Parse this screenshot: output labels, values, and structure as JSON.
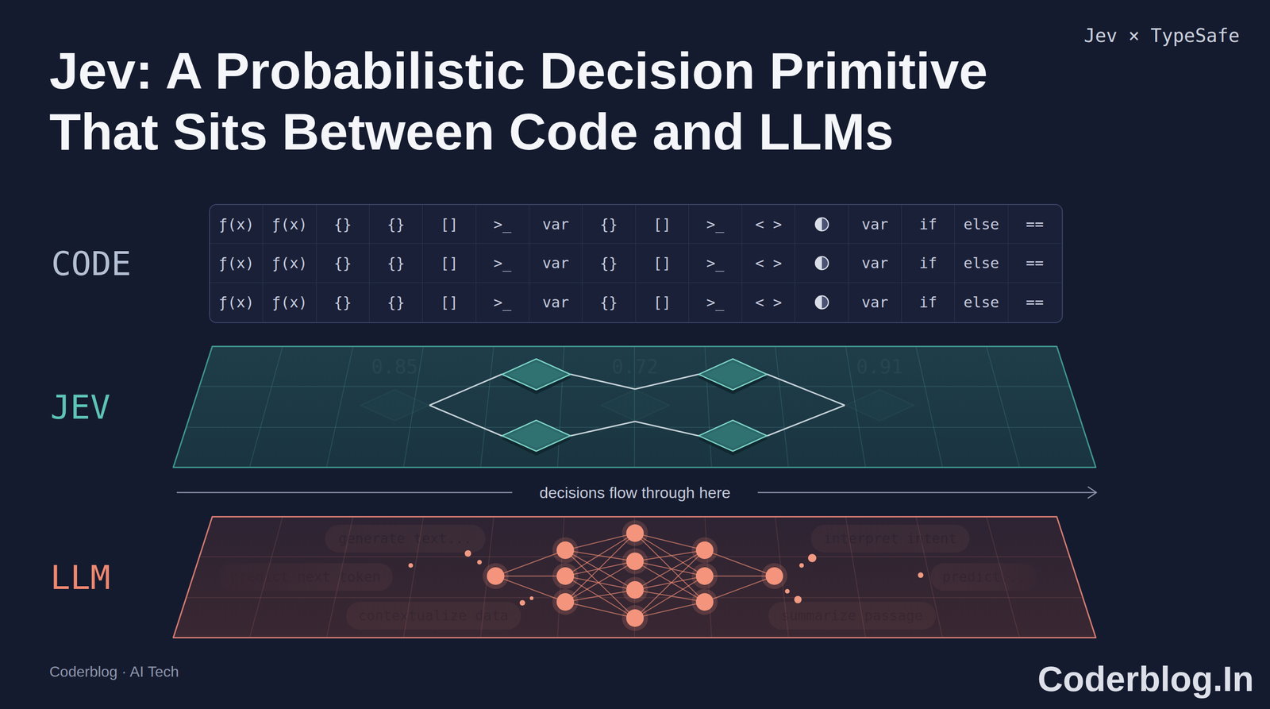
{
  "diagram": {
    "title": "Jev: A Probabilistic Decision Primitive That Sits Between Code and LLMs",
    "nodes": [
      {
        "text": [
          "CODE"
        ]
      },
      {
        "text": [
          "JEV"
        ]
      },
      {
        "text": [
          "0.85"
        ],
        "in": 1
      },
      {
        "text": [
          "0.72"
        ],
        "in": 1
      },
      {
        "text": [
          "0.91"
        ],
        "in": 1
      },
      {
        "text": [
          "LLM"
        ]
      },
      {
        "text": [
          "generate text..."
        ],
        "in": 5
      },
      {
        "text": [
          "predict next token"
        ],
        "in": 5
      },
      {
        "text": [
          "contextualize data"
        ],
        "in": 5
      },
      {
        "text": [
          "interpret intent"
        ],
        "in": 5
      },
      {
        "text": [
          "predict..."
        ],
        "in": 5
      },
      {
        "text": [
          "summarize passage"
        ],
        "in": 5
      }
    ],
    "edges": [
      {
        "from": 2,
        "to": 3,
        "arrow": "none"
      },
      {
        "from": 2,
        "to": 3,
        "arrow": "none"
      },
      {
        "from": 3,
        "to": 4,
        "arrow": "none"
      },
      {
        "from": 3,
        "to": 4,
        "arrow": "none"
      }
    ],
    "labels": [
      "Jev × TypeSafe",
      "ƒ(x)",
      "ƒ(x)",
      "{}",
      "{}",
      "[]",
      ">_",
      "var",
      "{}",
      "[]",
      ">_",
      "< >",
      "var",
      "if",
      "else",
      "==",
      "ƒ(x)",
      "ƒ(x)",
      "{}",
      "{}",
      "[]",
      ">_",
      "var",
      "{}",
      "[]",
      ">_",
      "< >",
      "var",
      "if",
      "else",
      "==",
      "ƒ(x)",
      "ƒ(x)",
      "{}",
      "{}",
      "[]",
      ">_",
      "var",
      "{}",
      "[]",
      ">_",
      "< >",
      "var",
      "if",
      "else",
      "==",
      "decisions flow through here",
      "Coderblog · AI Tech",
      "Coderblog.In"
    ]
  }
}
